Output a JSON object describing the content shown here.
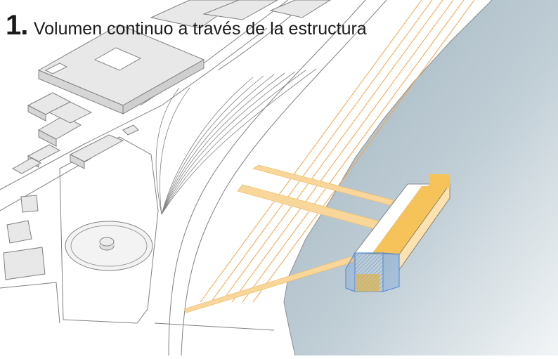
{
  "caption": {
    "number": "1.",
    "text": "Volumen continuo a través de la estructura"
  },
  "colors": {
    "water_dark": "#a6b8c2",
    "water_light": "#eef2f4",
    "building_fill": "#e8e8e8",
    "outline": "#808080",
    "accent_orange": "#f6c35a",
    "accent_orange_light": "#fbe2b0",
    "structure_lines": "#f5a647",
    "volume_blue": "#4a86d6"
  },
  "icons": [
    "site-axonometric-drawing"
  ]
}
